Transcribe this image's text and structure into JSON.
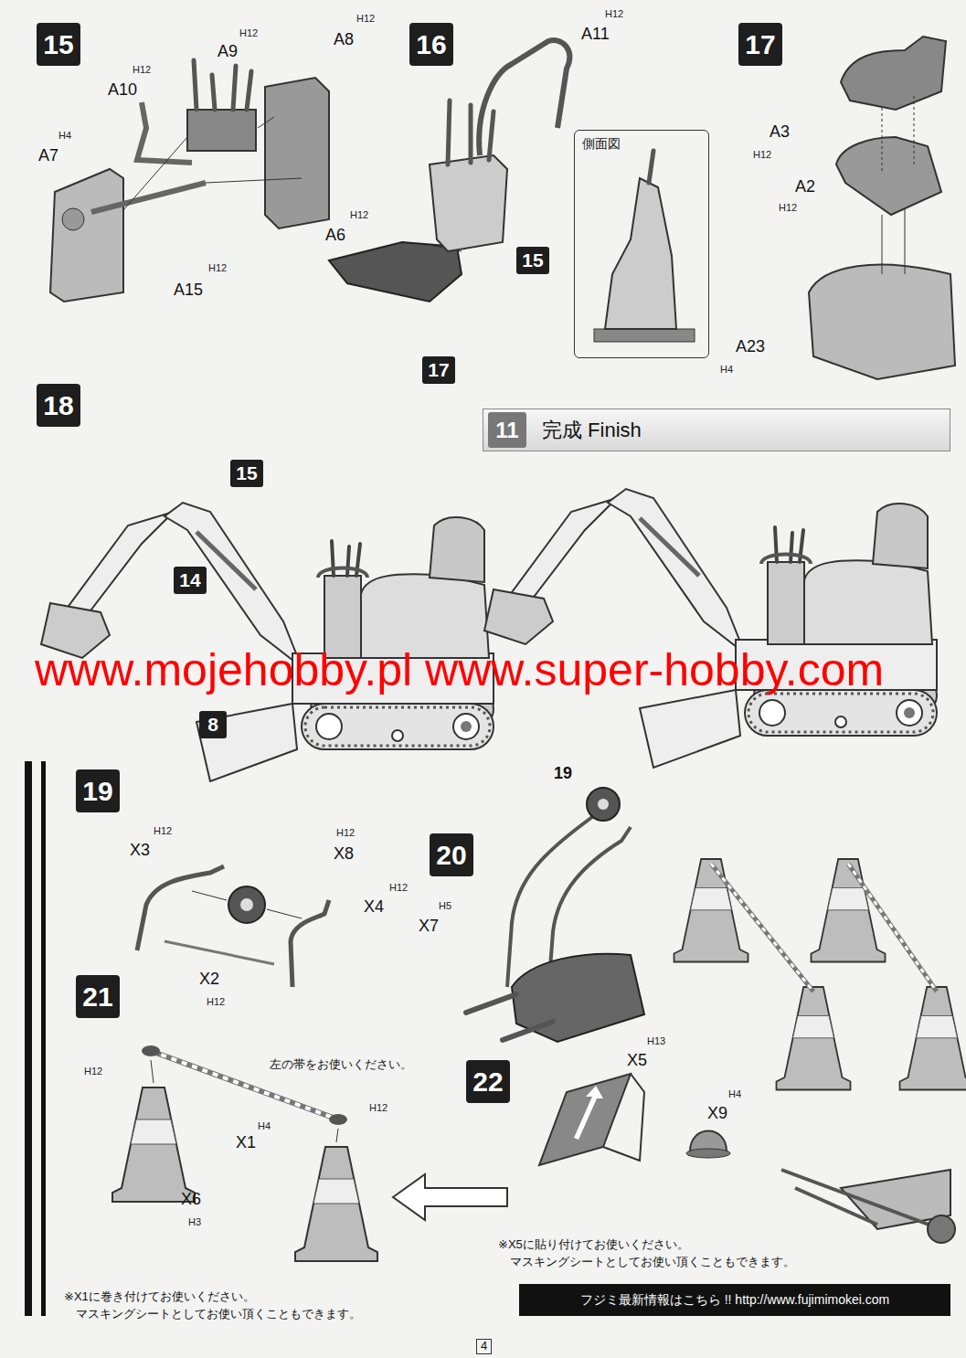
{
  "diagram": {
    "nodes": [
      {
        "text": [
          "15"
        ]
      },
      {
        "text": [
          "16"
        ]
      },
      {
        "text": [
          "17"
        ]
      },
      {
        "text": [
          "18"
        ]
      },
      {
        "text": [
          "完成 Finish"
        ]
      },
      {
        "text": [
          "11"
        ],
        "in": 4
      },
      {
        "text": [
          "側面図"
        ]
      },
      {
        "text": [
          "15"
        ]
      },
      {
        "text": [
          "17"
        ]
      },
      {
        "text": [
          "15"
        ]
      },
      {
        "text": [
          "14"
        ]
      },
      {
        "text": [
          "8"
        ]
      },
      {
        "text": [
          "19"
        ]
      },
      {
        "text": [
          "20"
        ]
      },
      {
        "text": [
          "21"
        ]
      },
      {
        "text": [
          "22"
        ]
      },
      {
        "text": [
          "フジミ最新情報はこちら !! http://www.fujimimokei.com"
        ]
      }
    ],
    "labels": [
      "A10",
      "H12",
      "A9",
      "H12",
      "A8",
      "H12",
      "A7",
      "H4",
      "A15",
      "H12",
      "A11",
      "H12",
      "A6",
      "H12",
      "A3",
      "H12",
      "A2",
      "H12",
      "A23",
      "H4",
      "www.mojehobby.pl www.super-hobby.com",
      "X3",
      "H12",
      "X8",
      "H12",
      "X4",
      "H12",
      "X2",
      "H12",
      "19",
      "X7",
      "H5",
      "H12",
      "左の帯をお使いください。",
      "X1",
      "H4",
      "H12",
      "X6",
      "H3",
      "X5",
      "H13",
      "X9",
      "H4",
      "※X1に巻き付けてお使いください。 マスキングシートとしてお使い頂くこともできます。",
      "※X5に貼り付けてお使いください。 マスキングシートとしてお使い頂くこともできます。",
      "4"
    ]
  }
}
